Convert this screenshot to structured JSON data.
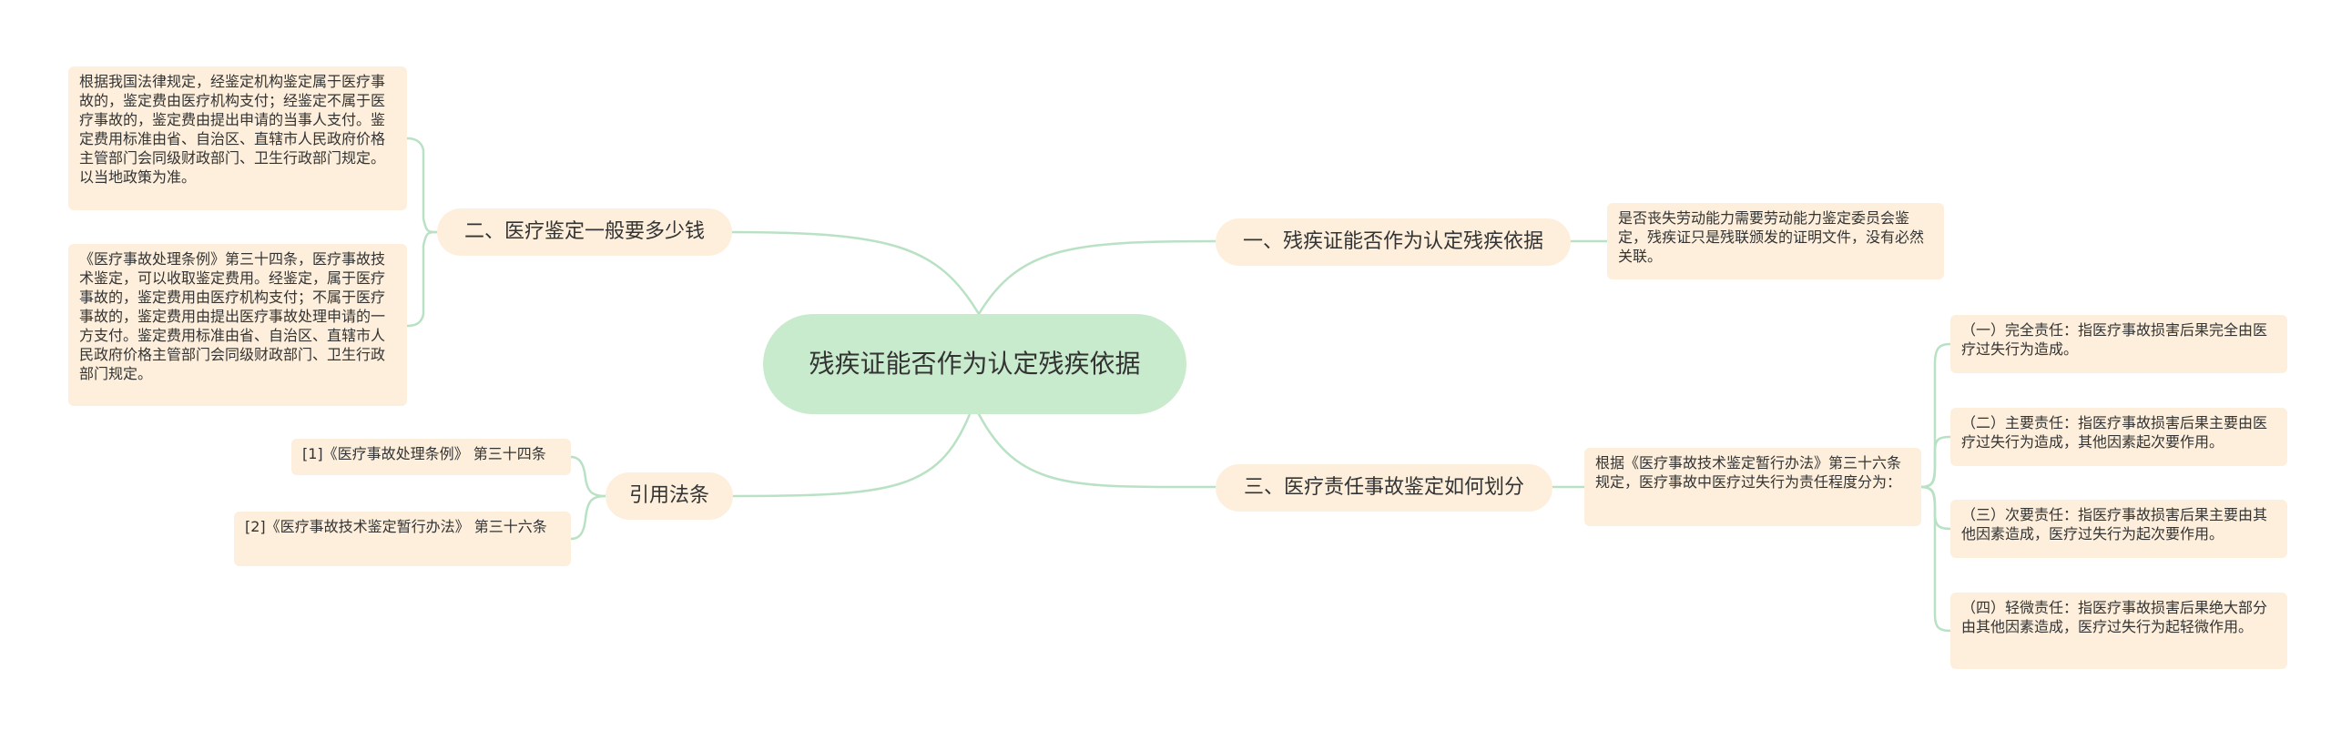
{
  "root": {
    "title": "残疾证能否作为认定残疾依据"
  },
  "branches": {
    "b1": {
      "label": "一、残疾证能否作为认定残疾依据"
    },
    "b2": {
      "label": "二、医疗鉴定一般要多少钱"
    },
    "b3": {
      "label": "三、医疗责任事故鉴定如何划分"
    },
    "b4": {
      "label": "引用法条"
    }
  },
  "leaves": {
    "b1_text": "是否丧失劳动能力需要劳动能力鉴定委员会鉴定，残疾证只是残联颁发的证明文件，没有必然关联。",
    "b2_text1": "根据我国法律规定，经鉴定机构鉴定属于医疗事故的，鉴定费由医疗机构支付；经鉴定不属于医疗事故的，鉴定费由提出申请的当事人支付。鉴定费用标准由省、自治区、直辖市人民政府价格主管部门会同级财政部门、卫生行政部门规定。以当地政策为准。",
    "b2_text2": "《医疗事故处理条例》第三十四条，医疗事故技术鉴定，可以收取鉴定费用。经鉴定，属于医疗事故的，鉴定费用由医疗机构支付；不属于医疗事故的，鉴定费用由提出医疗事故处理申请的一方支付。鉴定费用标准由省、自治区、直辖市人民政府价格主管部门会同级财政部门、卫生行政部门规定。",
    "b3_text": "根据《医疗事故技术鉴定暂行办法》第三十六条规定，医疗事故中医疗过失行为责任程度分为：",
    "b3_c1": "（一）完全责任：指医疗事故损害后果完全由医疗过失行为造成。",
    "b3_c2": "（二）主要责任：指医疗事故损害后果主要由医疗过失行为造成，其他因素起次要作用。",
    "b3_c3": "（三）次要责任：指医疗事故损害后果主要由其他因素造成，医疗过失行为起次要作用。",
    "b3_c4": "（四）轻微责任：指医疗事故损害后果绝大部分由其他因素造成，医疗过失行为起轻微作用。",
    "b4_ref1": "[1]《医疗事故处理条例》 第三十四条",
    "b4_ref2": "[2]《医疗事故技术鉴定暂行办法》 第三十六条"
  },
  "colors": {
    "root_fill": "#c9ebcd",
    "node_fill": "#fdefdc",
    "link": "#b9e1c3",
    "text": "#333333"
  }
}
